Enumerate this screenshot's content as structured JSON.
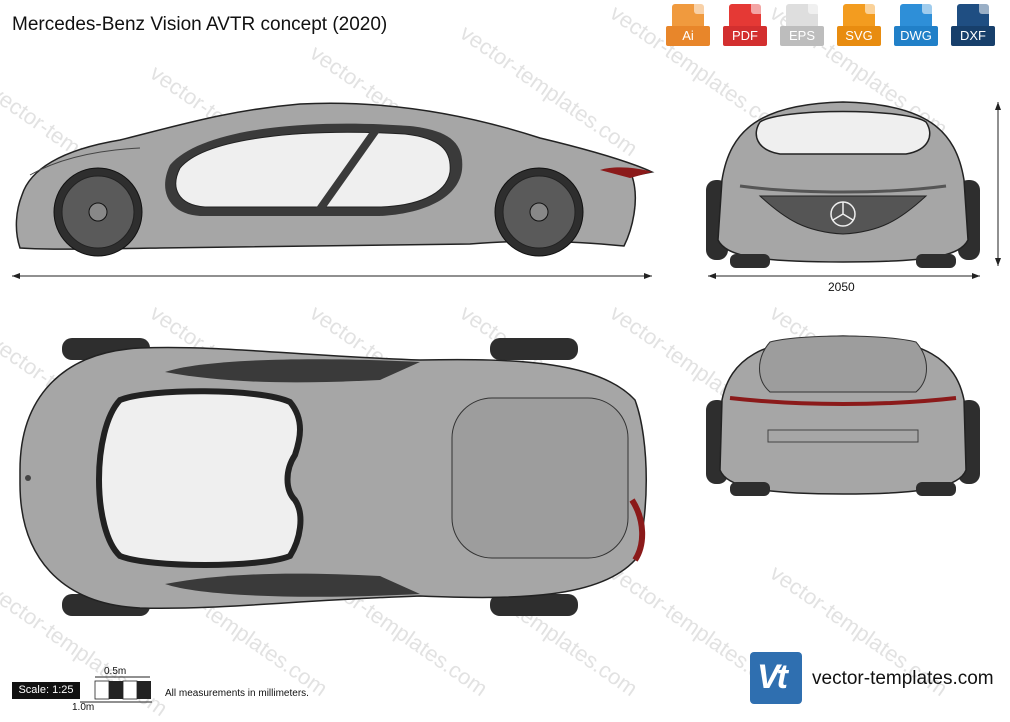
{
  "title": "Mercedes-Benz Vision AVTR concept (2020)",
  "formats": [
    {
      "label": "Ai",
      "color": "#f09a3e",
      "icon": "ai-file-icon"
    },
    {
      "label": "PDF",
      "color": "#e53935",
      "icon": "pdf-file-icon"
    },
    {
      "label": "EPS",
      "color": "#cfcfcf",
      "icon": "eps-file-icon"
    },
    {
      "label": "SVG",
      "color": "#f39c1f",
      "icon": "svg-file-icon"
    },
    {
      "label": "DWG",
      "color": "#2e8fd8",
      "icon": "dwg-file-icon"
    },
    {
      "label": "DXF",
      "color": "#1f4e82",
      "icon": "dxf-file-icon"
    }
  ],
  "dimensions": {
    "width": "2050"
  },
  "scale": {
    "label": "Scale: 1:25",
    "half_meter": "0.5m",
    "one_meter": "1.0m"
  },
  "note": "All measurements in millimeters.",
  "brand": {
    "logo": "Vt",
    "text": "vector-templates.com"
  },
  "watermark": "vector-templates.com",
  "colors": {
    "body": "#a6a6a6",
    "glass": "#efefef",
    "tire": "#2e2e2e",
    "accent": "#8b1a1a",
    "brand": "#2f6fb0"
  }
}
